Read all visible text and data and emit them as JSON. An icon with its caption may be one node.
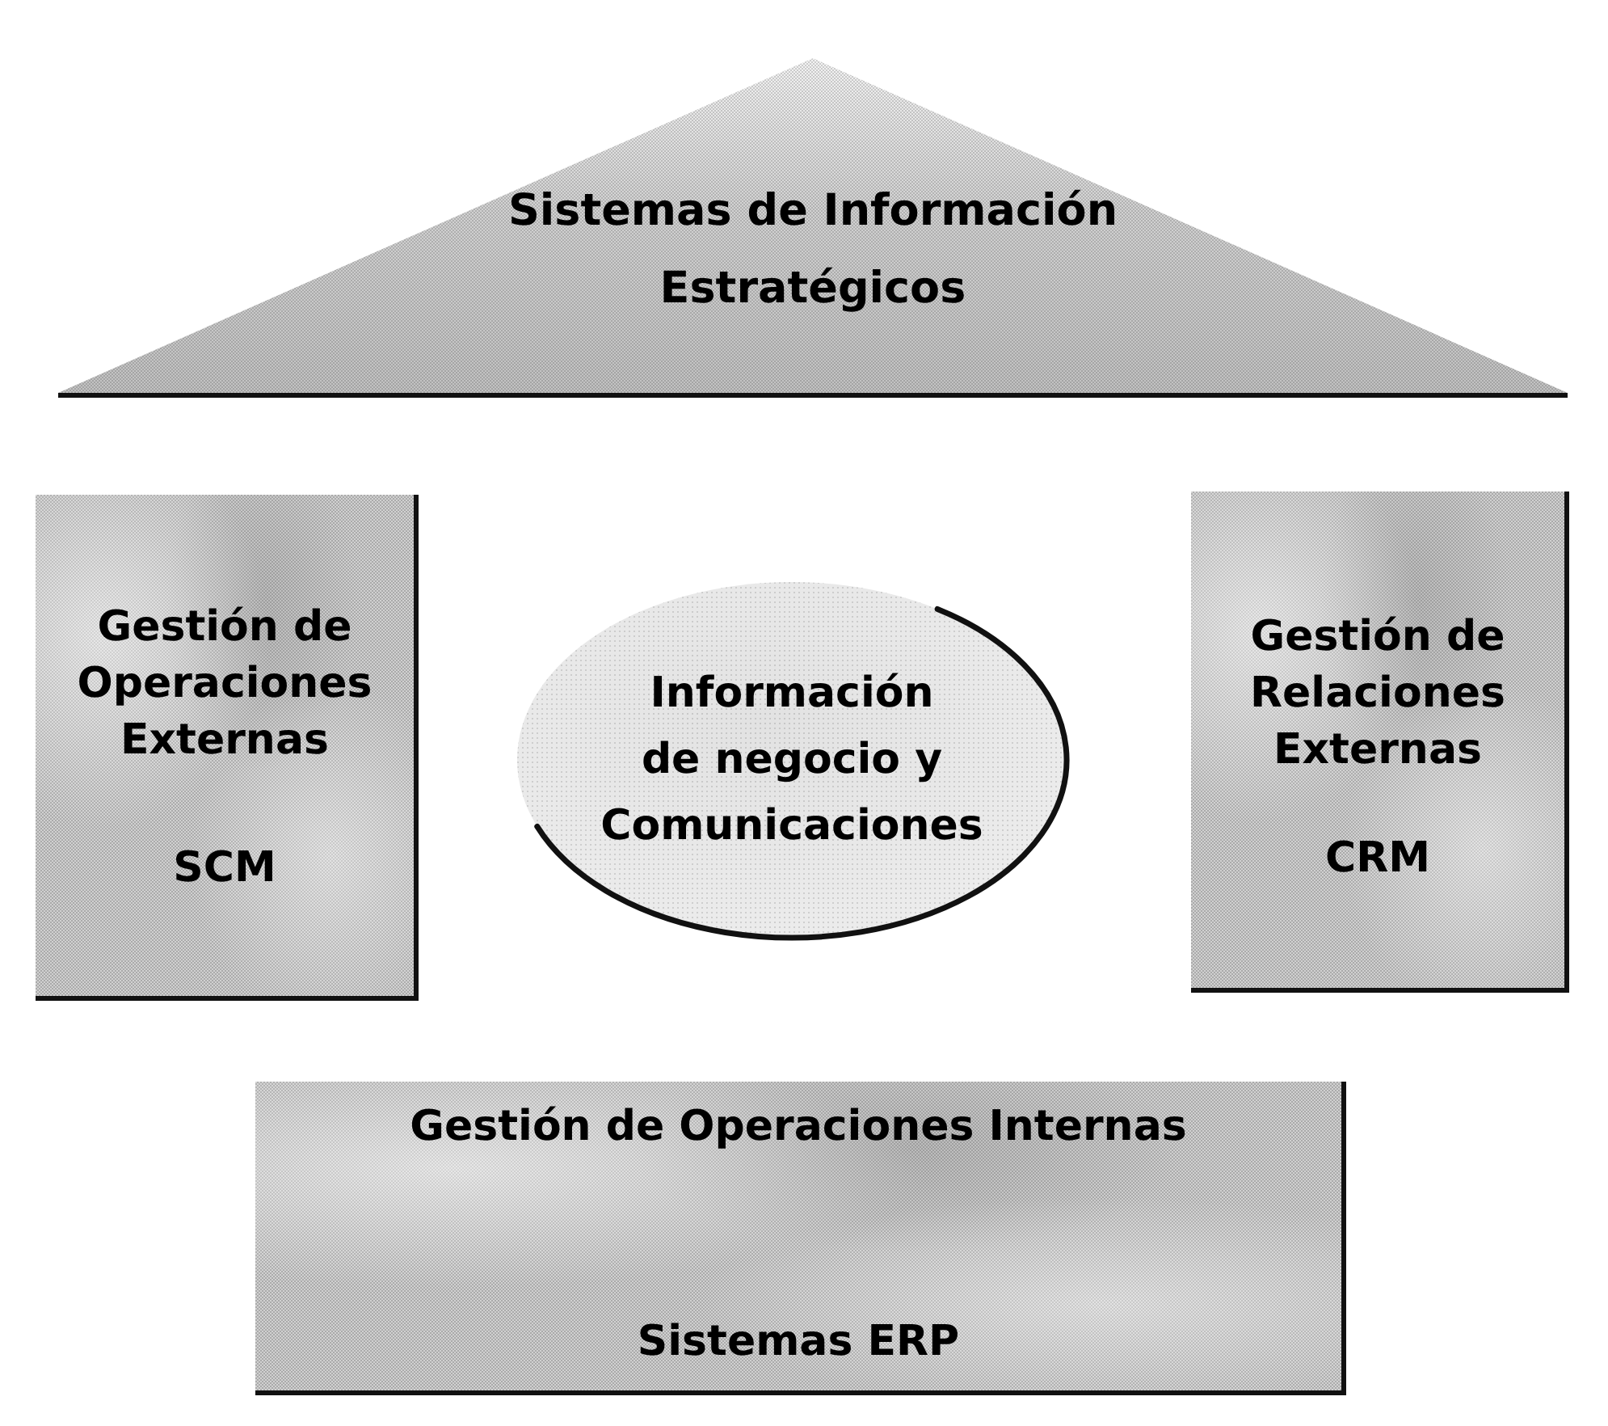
{
  "diagram": {
    "nodes": [
      {
        "text": [
          "Sistemas de Información Estratégicos"
        ]
      },
      {
        "text": [
          "Gestión de Operaciones Externas",
          "SCM"
        ]
      },
      {
        "text": [
          "Información de negocio y Comunicaciones"
        ]
      },
      {
        "text": [
          "Gestión de Relaciones Externas",
          "CRM"
        ]
      },
      {
        "text": [
          "Gestión de Operaciones Internas",
          "Sistemas ERP"
        ]
      }
    ]
  }
}
